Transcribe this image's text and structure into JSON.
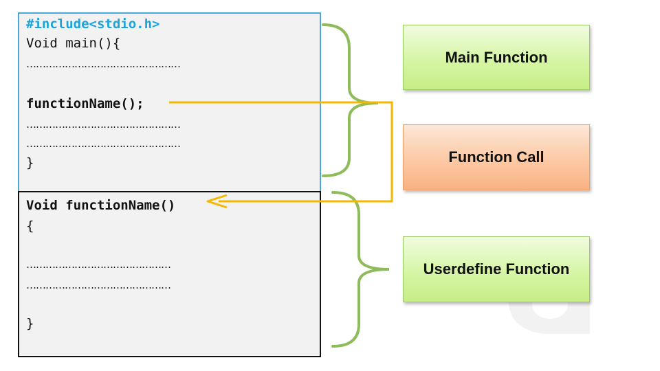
{
  "main_block": {
    "include": "#include<stdio.h>",
    "signature": "Void main(){",
    "dots1": "…………………………………………",
    "call": "functionName();",
    "dots2": "…………………………………………",
    "dots3": "…………………………………………",
    "close": "}"
  },
  "func_block": {
    "signature": "Void functionName()",
    "open": "{",
    "dots1": "………………………………………",
    "dots2": "………………………………………",
    "close": "}"
  },
  "labels": {
    "main": "Main Function",
    "call": "Function Call",
    "user": "Userdefine Function"
  },
  "colors": {
    "main_box_border": "#4aa8d8",
    "func_box_border": "#111111",
    "include_text": "#1aa3dc",
    "bracket": "#8fbc5a",
    "arrow": "#f5b800",
    "green_box": "#d6f5a5",
    "orange_box": "#fcc9a4",
    "watermark": "#f2f2f2"
  },
  "icons": {
    "watermark": "watermark-logo-icon"
  }
}
